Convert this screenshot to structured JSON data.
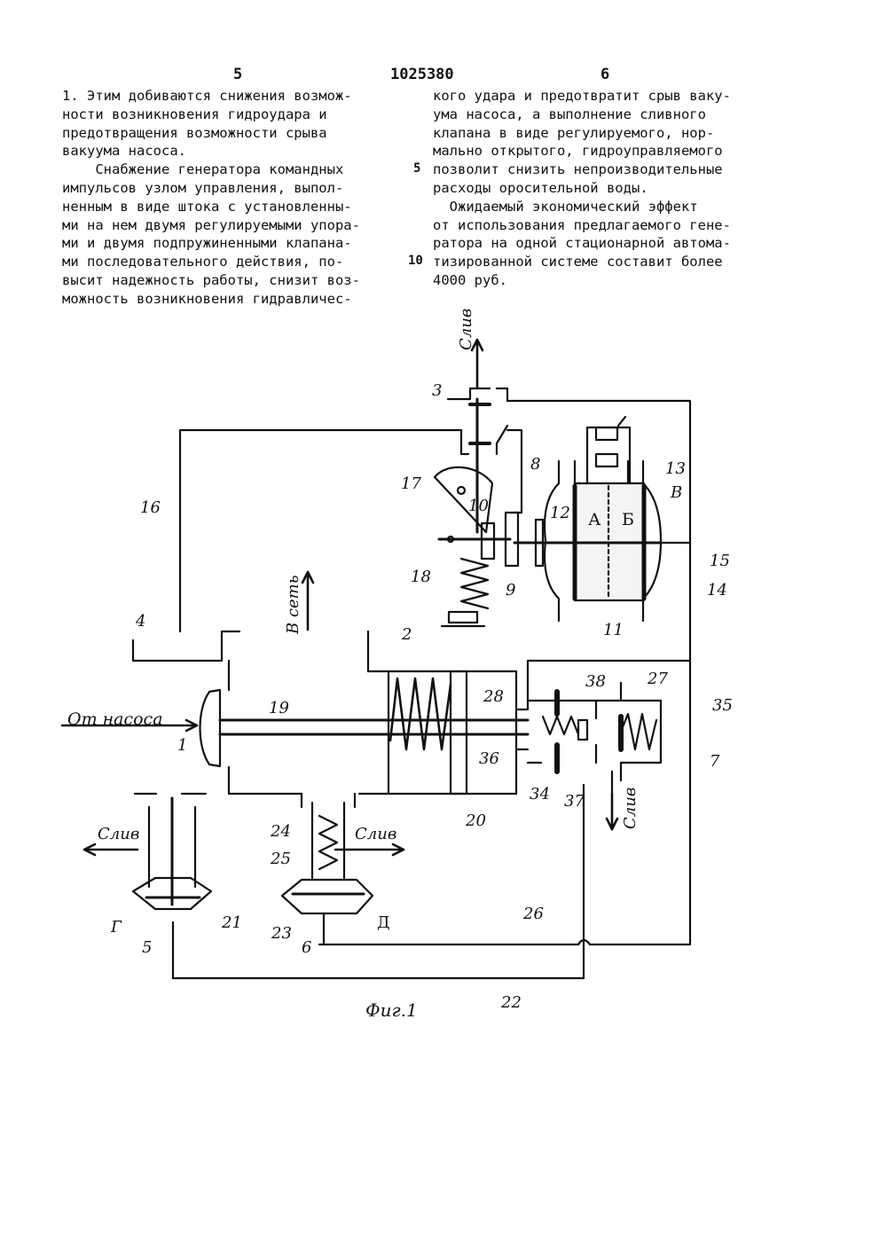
{
  "header": {
    "page_left": "5",
    "patent_number": "1025380",
    "page_right": "6"
  },
  "left_column": [
    "1. Этим добиваются снижения возмож-",
    "ности возникновения гидроудара и",
    "предотвращения возможности срыва",
    "вакуума насоса.",
    "    Снабжение генератора командных",
    "импульсов узлом управления, выпол-",
    "ненным в виде штока с установленны-",
    "ми на нем двумя регулируемыми упора-",
    "ми и двумя подпружиненными клапана-",
    "ми последовательного действия, по-",
    "высит надежность работы, снизит воз-",
    "можность возникновения гидравличес-"
  ],
  "right_column": [
    "кого удара и предотвратит срыв ваку-",
    "ума насоса, а выполнение сливного",
    "клапана в виде регулируемого, нор-",
    "мально открытого, гидроуправляемого",
    "позволит снизить непроизводительные",
    "расходы оросительной воды.",
    "",
    "  Ожидаемый экономический эффект",
    "от использования предлагаемого гене-",
    "ратора на одной стационарной автома-",
    "тизированной системе составит более",
    "4000 руб."
  ],
  "line_numbers": {
    "five": "5",
    "ten": "10"
  },
  "figure": {
    "caption": "Фиг.1",
    "flow_labels": {
      "drain_top": "Слив",
      "to_network": "В сеть",
      "from_pump": "От насоса",
      "drain_left": "Слив",
      "drain_mid": "Слив",
      "drain_right": "Слив"
    },
    "chamber_labels": {
      "a": "А",
      "b": "Б",
      "v": "В",
      "g": "Г",
      "d": "Д"
    },
    "numbers": [
      "1",
      "2",
      "3",
      "4",
      "5",
      "6",
      "7",
      "8",
      "9",
      "10",
      "11",
      "12",
      "13",
      "14",
      "15",
      "16",
      "17",
      "18",
      "19",
      "20",
      "21",
      "22",
      "23",
      "24",
      "25",
      "26",
      "27",
      "28",
      "34",
      "35",
      "36",
      "37",
      "38"
    ]
  }
}
